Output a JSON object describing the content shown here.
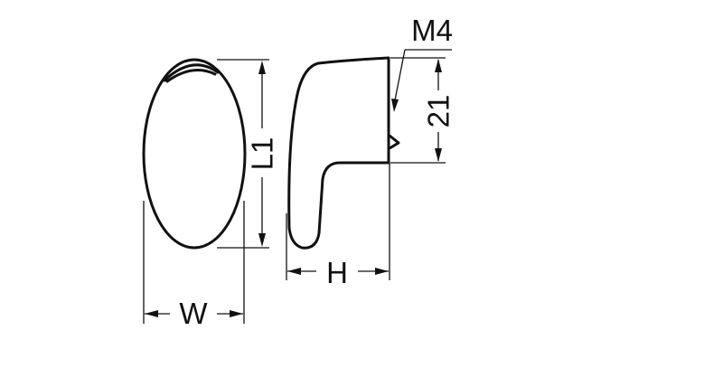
{
  "drawing": {
    "labels": {
      "thread": "M4",
      "depth": "21",
      "length": "L1",
      "height": "H",
      "width": "W"
    },
    "line_color": "#111111",
    "background": "#ffffff"
  }
}
